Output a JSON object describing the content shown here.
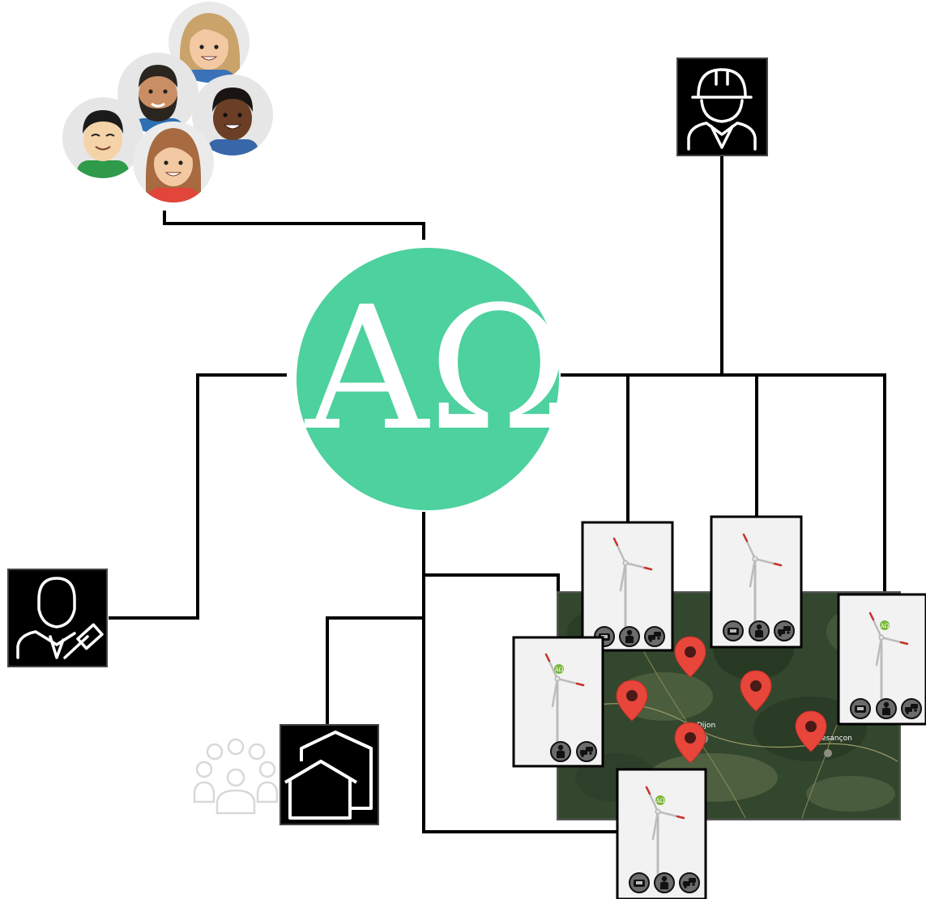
{
  "hub": {
    "glyph": "AΩ",
    "color": "#4dd19e"
  },
  "map": {
    "city_labels": [
      "Dijon",
      "Besançon"
    ],
    "base_color": "#3a4d33",
    "marker_color": "#e8463b"
  },
  "line_color": "#000000",
  "icons": {
    "community": "community-avatars-icon",
    "engineer": "engineer-hardhat-icon",
    "official": "official-gavel-icon",
    "housing": "housing-icon",
    "population": "population-icon",
    "turbine_card": "wind-turbine-card-icon",
    "map_pin": "map-pin-icon"
  },
  "cards": [
    {
      "id": "card-1",
      "has_logo": false,
      "badges": [
        "meter-badge-icon",
        "person-badge-icon",
        "vehicles-badge-icon"
      ]
    },
    {
      "id": "card-2",
      "has_logo": false,
      "badges": [
        "meter-badge-icon",
        "person-badge-icon",
        "vehicles-badge-icon"
      ]
    },
    {
      "id": "card-3",
      "has_logo": true,
      "badges": [
        "meter-badge-icon",
        "person-badge-icon",
        "vehicles-badge-icon"
      ]
    },
    {
      "id": "card-4",
      "has_logo": true,
      "badges": [
        "person-badge-icon",
        "vehicles-badge-icon"
      ]
    },
    {
      "id": "card-5",
      "has_logo": true,
      "badges": [
        "meter-badge-icon",
        "person-badge-icon",
        "vehicles-badge-icon"
      ]
    }
  ]
}
